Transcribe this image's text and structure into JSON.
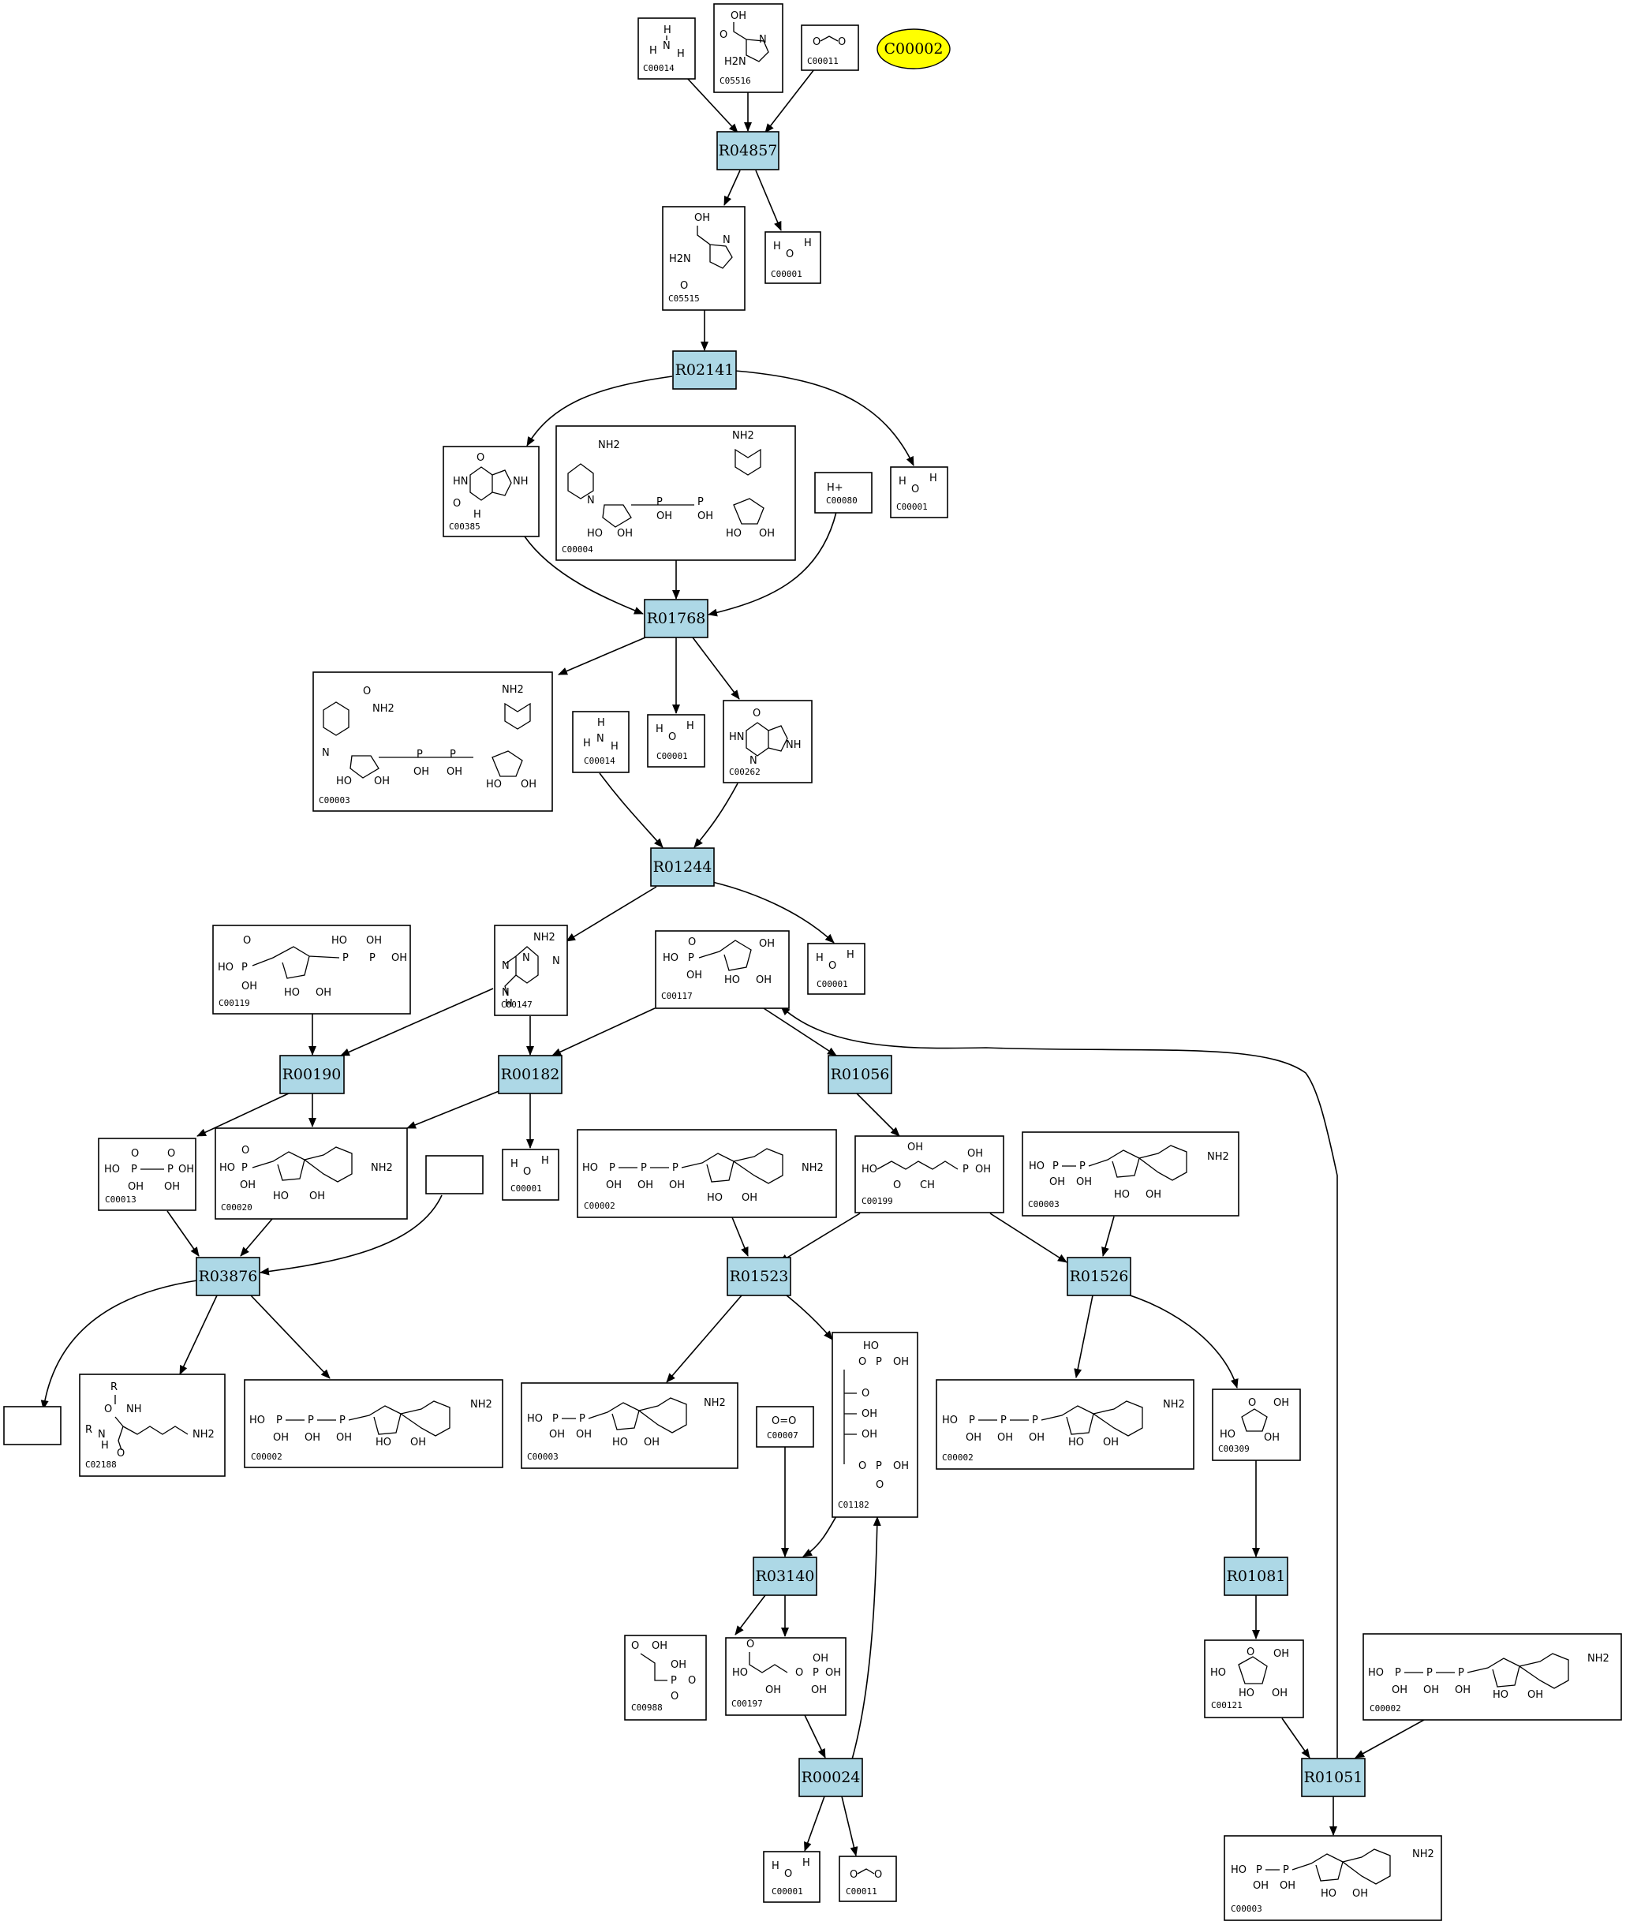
{
  "highlight": {
    "label": "C00002",
    "color": "#ffff00"
  },
  "colors": {
    "reaction_fill": "#add8e6",
    "compound_fill": "#ffffff",
    "edge": "#000000"
  },
  "reactions": {
    "r04857": "R04857",
    "r02141": "R02141",
    "r01768": "R01768",
    "r01244": "R01244",
    "r00190": "R00190",
    "r00182": "R00182",
    "r01056": "R01056",
    "r03876": "R03876",
    "r01523": "R01523",
    "r01526": "R01526",
    "r03140": "R03140",
    "r01081": "R01081",
    "r00024": "R00024",
    "r01051": "R01051"
  },
  "compounds": {
    "c00014_a": "C00014",
    "c05516": "C05516",
    "c00011_a": "C00011",
    "c05515": "C05515",
    "c00001_a": "C00001",
    "c00385": "C00385",
    "c00004": "C00004",
    "c00080": "C00080",
    "c00001_b": "C00001",
    "c00003_a": "C00003",
    "c00014_b": "C00014",
    "c00001_c": "C00001",
    "c00262": "C00262",
    "c00119": "C00119",
    "c00147": "C00147",
    "c00117": "C00117",
    "c00001_d": "C00001",
    "c00013": "C00013",
    "c00020": "C00020",
    "c00001_e": "C00001",
    "c00002_a": "C00002",
    "c00199": "C00199",
    "c00003_b": "C00003",
    "c02188": "C02188",
    "c00002_b": "C00002",
    "c00003_c": "C00003",
    "c00007": "C00007",
    "c01182": "C01182",
    "c00002_c": "C00002",
    "c00309": "C00309",
    "c00988": "C00988",
    "c00197": "C00197",
    "c00121": "C00121",
    "c00002_d": "C00002",
    "c00001_f": "C00001",
    "c00011_b": "C00011",
    "c00003_d": "C00003"
  },
  "structure_text": {
    "h": "H",
    "n": "N",
    "o": "O",
    "oh": "OH",
    "ho": "HO",
    "p": "P",
    "nh2": "NH2",
    "h2n": "H2N",
    "nh": "NH",
    "hn": "HN",
    "hplus": "H+",
    "r": "R",
    "o_eq_o": "O=O",
    "plus": "+",
    "ch": "CH"
  }
}
